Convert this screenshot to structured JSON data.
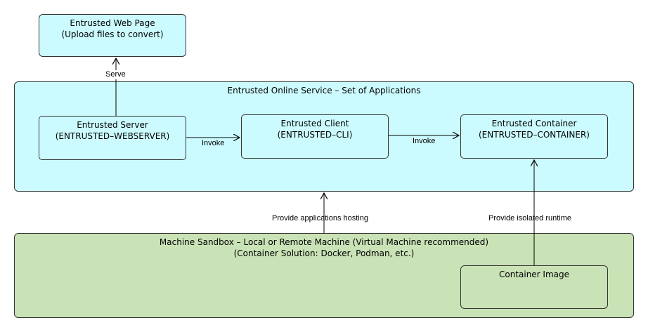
{
  "nodes": {
    "web_page": {
      "title": "Entrusted Web Page",
      "subtitle": "(Upload files to convert)"
    },
    "online_service": {
      "title": "Entrusted Online Service – Set of Applications"
    },
    "server": {
      "title": "Entrusted Server",
      "subtitle": "(ENTRUSTED–WEBSERVER)"
    },
    "client": {
      "title": "Entrusted Client",
      "subtitle": "(ENTRUSTED–CLI)"
    },
    "container": {
      "title": "Entrusted Container",
      "subtitle": "(ENTRUSTED–CONTAINER)"
    },
    "sandbox": {
      "title": "Machine Sandbox – Local or Remote Machine (Virtual Machine recommended)",
      "subtitle": "(Container Solution: Docker, Podman, etc.)"
    },
    "image": {
      "title": "Container Image"
    }
  },
  "edges": {
    "serve": "Serve",
    "invoke_server_client": "Invoke",
    "invoke_client_container": "Invoke",
    "hosting": "Provide applications hosting",
    "runtime": "Provide isolated runtime"
  },
  "colors": {
    "service_fill": "#ccfbff",
    "sandbox_fill": "#c9e2b6",
    "border": "#333333"
  }
}
